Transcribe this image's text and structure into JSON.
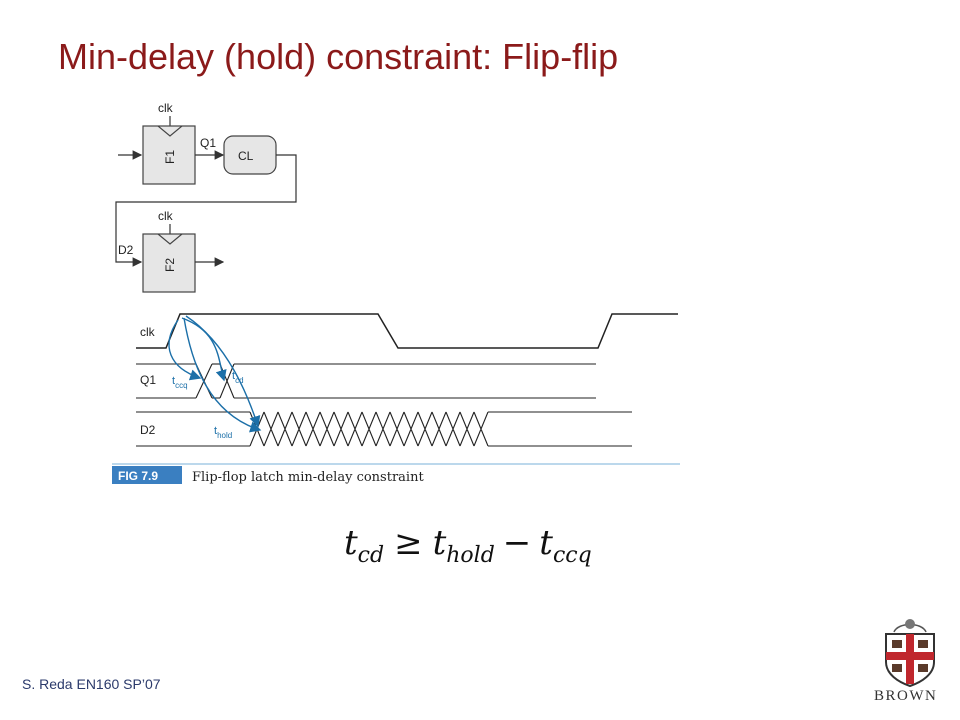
{
  "slide": {
    "title": "Min-delay (hold) constraint: Flip-flip",
    "footer": "S. Reda EN160 SP’07"
  },
  "schematic": {
    "clk_label_1": "clk",
    "clk_label_2": "clk",
    "ff1_label": "F1",
    "ff2_label": "F2",
    "q1_label": "Q1",
    "cl_label": "CL",
    "d2_label": "D2"
  },
  "timing": {
    "signals": [
      "clk",
      "Q1",
      "D2"
    ],
    "tccq": {
      "base": "t",
      "sub": "ccq"
    },
    "tcd": {
      "base": "t",
      "sub": "cd"
    },
    "thold": {
      "base": "t",
      "sub": "hold"
    }
  },
  "figure_caption": {
    "tag": "FIG 7.9",
    "text": "Flip-flop latch min-delay constraint"
  },
  "equation": {
    "lhs": "t",
    "lhs_sub": "cd",
    "op": "≥",
    "rhs1": "t",
    "rhs1_sub": "hold",
    "minus": "−",
    "rhs2": "t",
    "rhs2_sub": "ccq"
  },
  "logo": {
    "wordmark": "BROWN"
  },
  "colors": {
    "title": "#8b1a1a",
    "footer": "#2b3a6b",
    "arrow": "#1b6fa8",
    "caption_tag": "#3a7fc1",
    "brown_red": "#c0272d"
  }
}
